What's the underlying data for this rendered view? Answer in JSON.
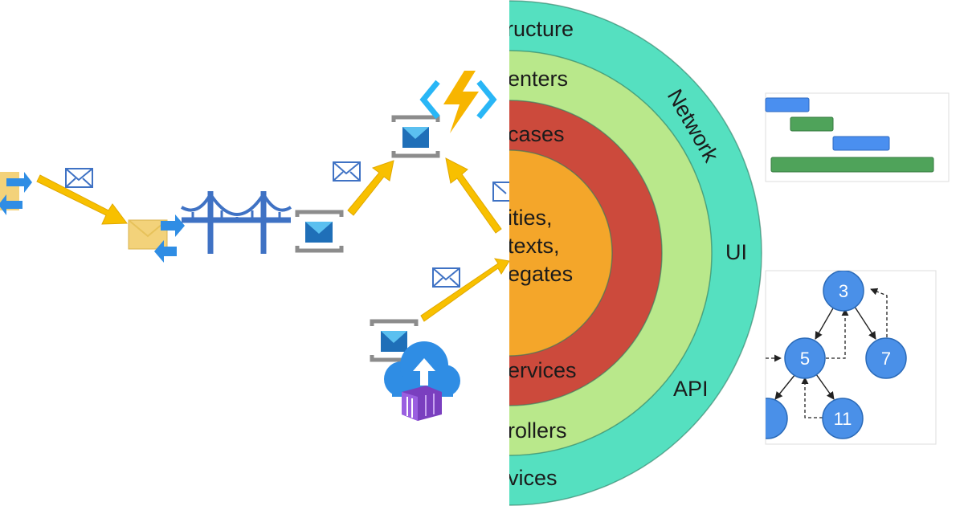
{
  "onion": {
    "layers": [
      {
        "name": "infrastructure",
        "label": "ructure",
        "color": "#55e0c0"
      },
      {
        "name": "presenters",
        "label": "enters",
        "color": "#b9e88b"
      },
      {
        "name": "use-cases",
        "label": "cases",
        "color": "#cc4a3c"
      },
      {
        "name": "core",
        "label": "ities,",
        "color": "#f4a62a"
      }
    ],
    "core_lines": [
      "ities,",
      "texts,",
      "egates"
    ],
    "lower_labels": {
      "services_inner": "ervices",
      "controllers": "rollers",
      "services_outer": "vices"
    },
    "ring_labels": {
      "network": "Network",
      "ui": "UI",
      "api": "API"
    }
  },
  "tree": {
    "nodes": [
      {
        "id": "n3",
        "label": "3"
      },
      {
        "id": "n5",
        "label": "5"
      },
      {
        "id": "n7",
        "label": "7"
      },
      {
        "id": "n11",
        "label": "11"
      },
      {
        "id": "nleft",
        "label": ""
      }
    ],
    "node_color": "#4a90e8"
  },
  "gantt": {
    "bars": [
      {
        "name": "task-1",
        "color": "#4a8ff0"
      },
      {
        "name": "task-2",
        "color": "#4fa35a"
      },
      {
        "name": "task-3",
        "color": "#4a8ff0"
      },
      {
        "name": "task-4",
        "color": "#4fa35a"
      }
    ]
  },
  "colors": {
    "arrow": "#f8c000",
    "bridge": "#3f72c4",
    "envelope_stroke": "#3f72c4",
    "bolt": "#f7b500",
    "bracket": "#29b6f6"
  }
}
